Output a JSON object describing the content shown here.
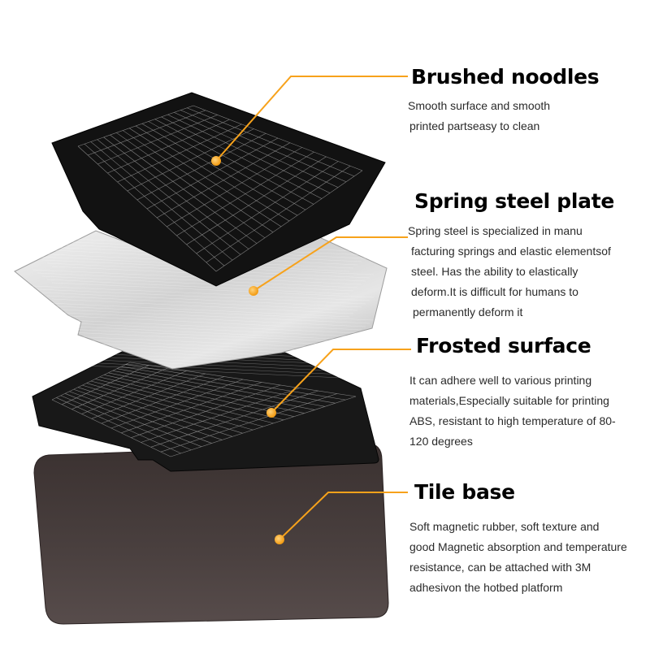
{
  "colors": {
    "accent": "#f7a21b",
    "black_sheet": "#111111",
    "grid_line": "#bfbfbf",
    "steel_light": "#e9e9e9",
    "steel_dark": "#a8a8a8",
    "rubber": "#3e3534"
  },
  "layers": [
    {
      "title": "Brushed noodles",
      "description": [
        "Smooth surface and smooth",
        "printed partseasy to clean"
      ]
    },
    {
      "title": "Spring steel plate",
      "description": [
        "Spring steel is specialized in manu",
        "facturing springs and elastic elementsof",
        "steel. Has the ability to elastically",
        "deform.It is difficult for humans to",
        "permanently deform it"
      ]
    },
    {
      "title": "Frosted surface",
      "description": [
        "It can adhere well to various printing",
        "materials,Especially suitable for printing",
        "ABS, resistant to high temperature of 80-",
        "120 degrees"
      ]
    },
    {
      "title": "Tile base",
      "description": [
        "Soft magnetic rubber, soft texture and",
        "good Magnetic absorption and temperature",
        "resistance, can be attached with 3M",
        "adhesivon the hotbed platform"
      ]
    }
  ]
}
